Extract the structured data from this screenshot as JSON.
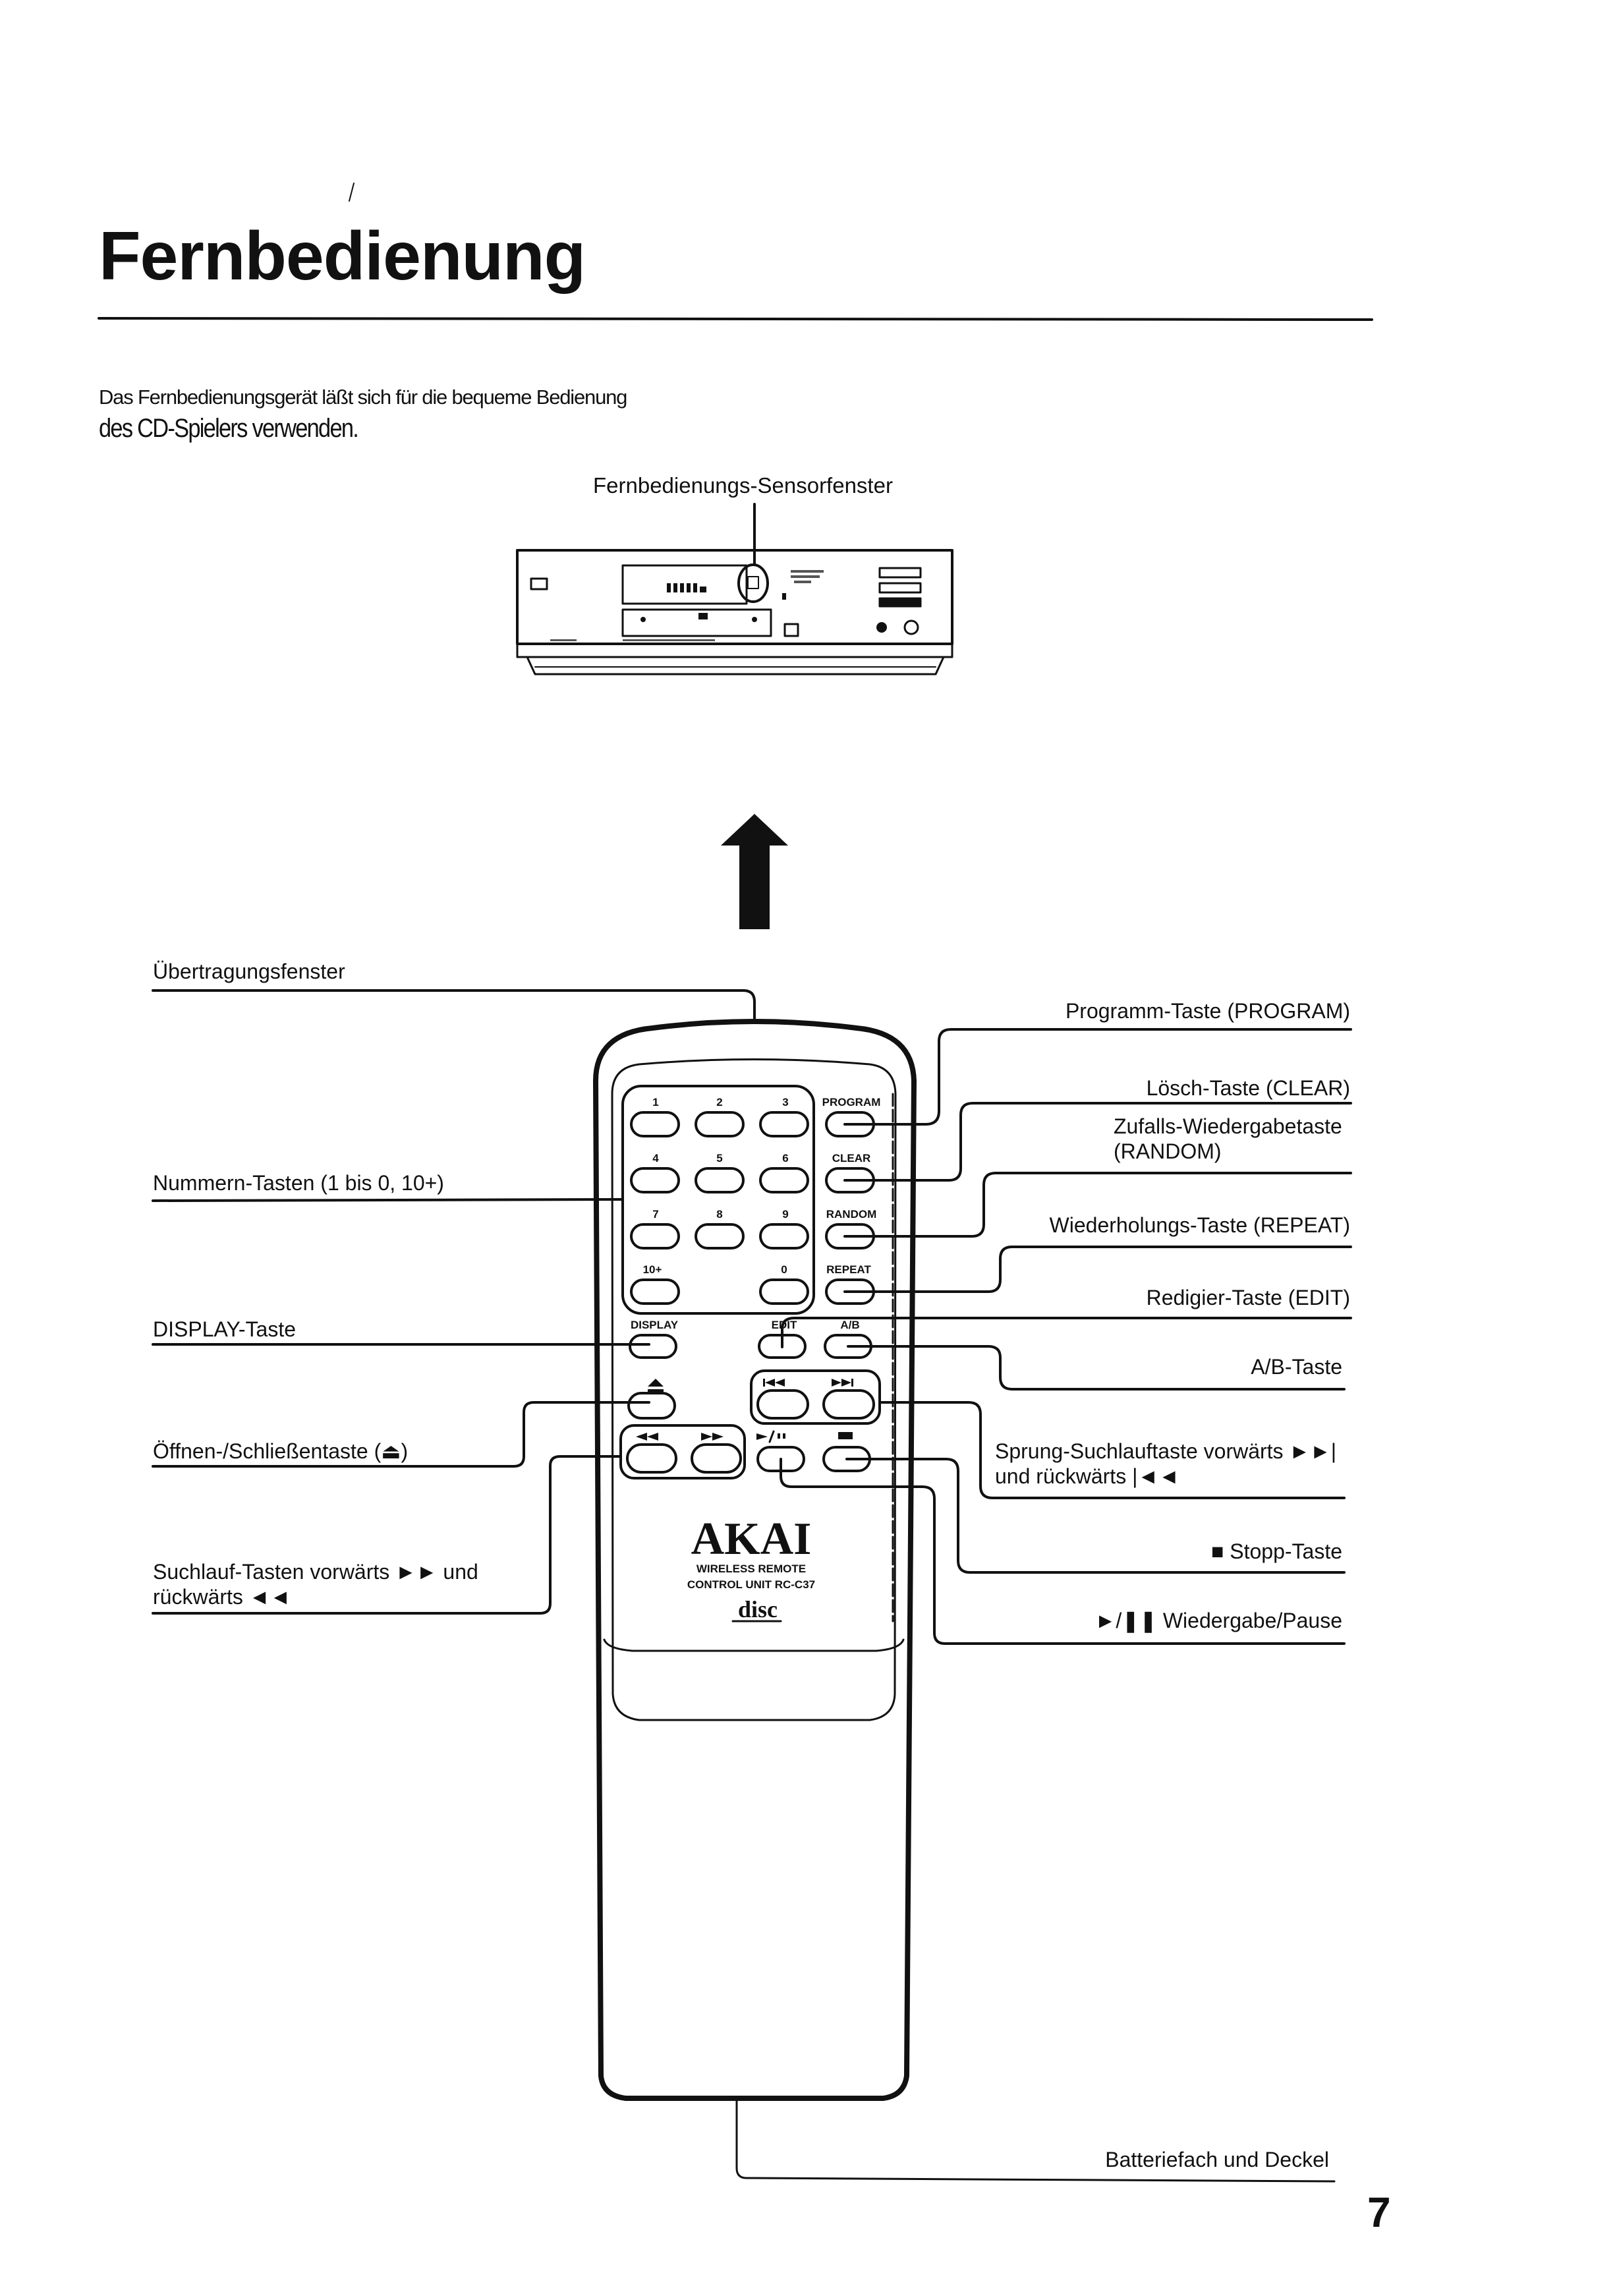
{
  "page": {
    "title": "Fernbedienung",
    "intro_line1": "Das Fernbedienungsgerät läßt sich für die bequeme Bedienung",
    "intro_line2": "des CD-Spielers verwenden.",
    "page_number": "7"
  },
  "cd_player": {
    "sensor_label": "Fernbedienungs-Sensorfenster"
  },
  "remote": {
    "brand": "AKAI",
    "model_line1": "WIRELESS REMOTE",
    "model_line2": "CONTROL UNIT  RC-C37",
    "logo": "disc",
    "number_keys": [
      "1",
      "2",
      "3",
      "4",
      "5",
      "6",
      "7",
      "8",
      "9",
      "10+",
      "0"
    ],
    "function_keys": [
      "PROGRAM",
      "CLEAR",
      "RANDOM",
      "REPEAT"
    ],
    "display_key": "DISPLAY",
    "edit_key": "EDIT",
    "ab_key": "A/B",
    "eject_icon": "eject-icon",
    "skip_back_icon": "skip-back-icon",
    "skip_fwd_icon": "skip-forward-icon",
    "rewind_icon": "rewind-icon",
    "ffwd_icon": "fast-forward-icon",
    "play_pause_label": "►/❚❚",
    "stop_icon": "stop-icon"
  },
  "callouts_left": [
    {
      "id": "transmit-window",
      "text": "Übertragungsfenster"
    },
    {
      "id": "number-keys",
      "text": "Nummern-Tasten (1 bis 0, 10+)"
    },
    {
      "id": "display-key",
      "text": "DISPLAY-Taste"
    },
    {
      "id": "open-close-key",
      "text": "Öffnen-/Schließentaste (⏏)"
    },
    {
      "id": "search-keys",
      "text": "Suchlauf-Tasten vorwärts ►► und",
      "text2": "rückwärts ◄◄"
    }
  ],
  "callouts_right": [
    {
      "id": "program-key",
      "text": "Programm-Taste (PROGRAM)"
    },
    {
      "id": "clear-key",
      "text": "Lösch-Taste (CLEAR)"
    },
    {
      "id": "random-key",
      "text": "Zufalls-Wiedergabetaste",
      "text2": "(RANDOM)"
    },
    {
      "id": "repeat-key",
      "text": "Wiederholungs-Taste (REPEAT)"
    },
    {
      "id": "edit-key",
      "text": "Redigier-Taste (EDIT)"
    },
    {
      "id": "ab-key",
      "text": "A/B-Taste"
    },
    {
      "id": "skip-keys",
      "text": "Sprung-Suchlauftaste vorwärts ►►|",
      "text2": "und rückwärts |◄◄"
    },
    {
      "id": "stop-key",
      "text": "■ Stopp-Taste"
    },
    {
      "id": "play-pause-key",
      "text": "►/❚❚ Wiedergabe/Pause"
    },
    {
      "id": "battery",
      "text": "Batteriefach und Deckel"
    }
  ]
}
